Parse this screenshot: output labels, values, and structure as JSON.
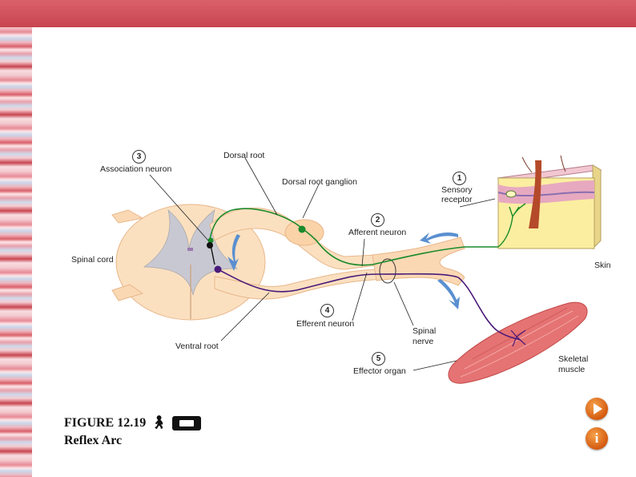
{
  "figure": {
    "title": "FIGURE 12.19",
    "subtitle": "Reflex Arc"
  },
  "labels": {
    "association_neuron": "Association neuron",
    "dorsal_root": "Dorsal root",
    "dorsal_root_ganglion": "Dorsal root ganglion",
    "sensory_receptor_line1": "Sensory",
    "sensory_receptor_line2": "receptor",
    "afferent_neuron": "Afferent neuron",
    "spinal_cord": "Spinal cord",
    "skin": "Skin",
    "efferent_neuron": "Efferent neuron",
    "spinal_nerve_line1": "Spinal",
    "spinal_nerve_line2": "nerve",
    "ventral_root": "Ventral root",
    "effector_organ": "Effector organ",
    "skeletal_muscle_line1": "Skeletal",
    "skeletal_muscle_line2": "muscle"
  },
  "numbers": [
    "1",
    "2",
    "3",
    "4",
    "5"
  ],
  "colors": {
    "header_bar": "#d9606a",
    "afferent_path": "#1a8a2a",
    "efferent_path": "#4a1a7a",
    "arrow": "#5a8fd0",
    "muscle": "#e57373",
    "nav_button": "#e07020"
  },
  "icons": [
    "walking-figure-icon",
    "film-icon",
    "play-icon",
    "info-icon"
  ],
  "info_glyph": "i"
}
